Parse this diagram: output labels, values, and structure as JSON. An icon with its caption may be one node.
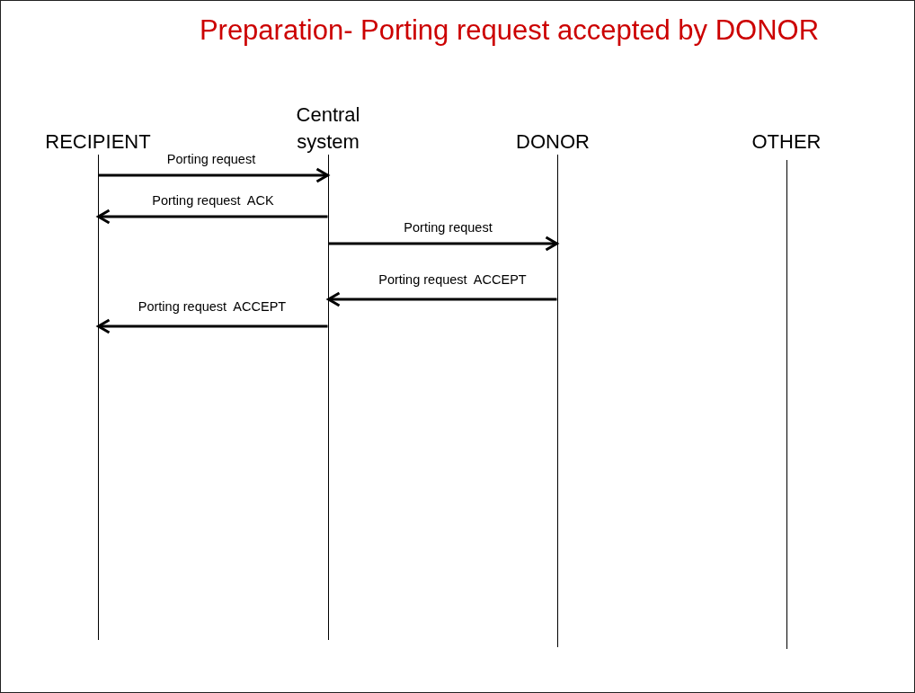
{
  "diagram": {
    "title": "Preparation- Porting request accepted by DONOR",
    "nodes": [
      {
        "text": [],
        "shape": "line",
        "beside": [
          "RECIPIENT"
        ]
      },
      {
        "text": [],
        "shape": "line",
        "beside": [
          "Central system"
        ]
      },
      {
        "text": [],
        "shape": "line",
        "beside": [
          "DONOR"
        ]
      },
      {
        "text": [],
        "shape": "line",
        "beside": [
          "OTHER"
        ]
      }
    ],
    "edges": [
      {
        "from": 0,
        "to": 1,
        "arrow": "to",
        "label": "Porting request"
      },
      {
        "from": 1,
        "to": 0,
        "arrow": "to",
        "label": "Porting request  ACK"
      },
      {
        "from": 1,
        "to": 2,
        "arrow": "to",
        "label": "Porting request"
      },
      {
        "from": 2,
        "to": 1,
        "arrow": "to",
        "label": "Porting request  ACCEPT"
      },
      {
        "from": 1,
        "to": 0,
        "arrow": "to",
        "label": "Porting request  ACCEPT"
      }
    ]
  }
}
